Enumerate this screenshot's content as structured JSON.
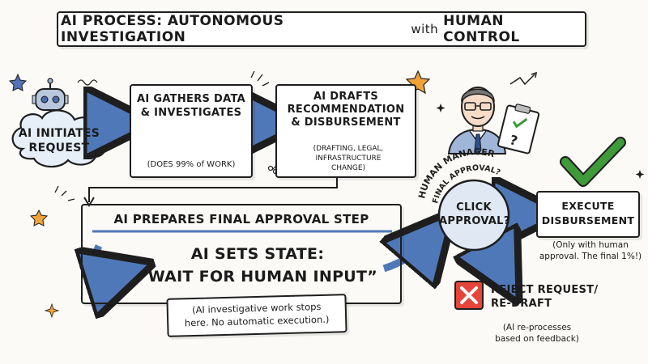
{
  "title": {
    "part1": "AI PROCESS: AUTONOMOUS INVESTIGATION",
    "part2": "with",
    "part3": "HUMAN CONTROL"
  },
  "cloud": {
    "line1": "AI INITIATES",
    "line2": "REQUEST"
  },
  "gather": {
    "line1": "AI GATHERS DATA",
    "line2": "& INVESTIGATES",
    "note": "(DOES 99% of WORK)"
  },
  "drafts": {
    "line1": "AI DRAFTS",
    "line2": "RECOMMENDATION",
    "line3": "& DISBURSEMENT",
    "note1": "(DRAFTING, LEGAL,",
    "note2": "INFRASTRUCTURE CHANGE)"
  },
  "manager": {
    "arc1": "HUMAN MANAGER",
    "arc2": "FINAL APPROVAL?",
    "card_mark": "?"
  },
  "approval_circle": {
    "line1": "CLICK",
    "line2": "APPROVAL?"
  },
  "prepare": {
    "heading": "AI PREPARES FINAL APPROVAL STEP",
    "state1": "AI SETS STATE:",
    "state2": "“WAIT FOR HUMAN INPUT”",
    "note1": "(AI investigative work stops",
    "note2": "here. No automatic execution.)"
  },
  "execute": {
    "line1": "EXECUTE",
    "line2": "DISBURSEMENT",
    "note1": "(Only with human",
    "note2": "approval. The final 1%!)"
  },
  "reject": {
    "line1": "REJECT REQUEST/",
    "line2": "RE-DRAFT",
    "note1": "(AI re-processes",
    "note2": "based on feedback)"
  },
  "colors": {
    "arrow_blue": "#4f78b8",
    "check_green": "#3f9a3a",
    "reject_red": "#d63a2f",
    "star_orange": "#f0a23a",
    "star_blue": "#5670b8",
    "circle_fill": "#dfe8f3",
    "cloud_fill": "#e6eef8"
  }
}
